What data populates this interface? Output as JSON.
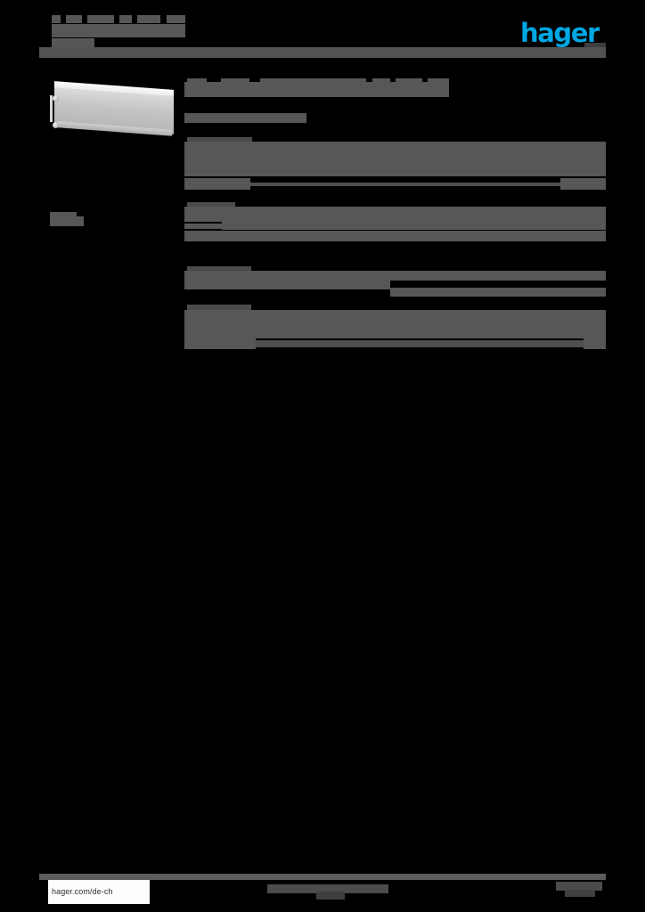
{
  "document": {
    "type": "product-datasheet",
    "brand": "hager",
    "brand_color": "#00a7e3",
    "page_background": "#000000",
    "redaction_color": "#565758",
    "note": "Text content of this datasheet is redacted; only the brand logo, product image and footer URL remain legible."
  },
  "header": {
    "logo_text": "hager",
    "title_placeholder": "",
    "subtitle_placeholder": "",
    "reference_lines": [
      "",
      "",
      ""
    ]
  },
  "product": {
    "image_alt": "grey trunking cover profile, perspective view",
    "caption": ""
  },
  "sidebar": {
    "label": ""
  },
  "main": {
    "title": "",
    "subtitle": "",
    "sections": [
      {
        "heading": "",
        "rows": [
          {
            "label": "",
            "value": ""
          },
          {
            "label": "",
            "value": ""
          },
          {
            "label": "",
            "value": ""
          }
        ]
      },
      {
        "heading": "",
        "rows": [
          {
            "label": "",
            "value": ""
          },
          {
            "label": "",
            "value": ""
          },
          {
            "label": "",
            "value": ""
          }
        ]
      },
      {
        "heading": "",
        "rows": [
          {
            "label": "",
            "value": ""
          },
          {
            "label": "",
            "value": ""
          }
        ]
      },
      {
        "heading": "",
        "rows": [
          {
            "label": "",
            "value": ""
          },
          {
            "label": "",
            "value": ""
          },
          {
            "label": "",
            "value": ""
          }
        ]
      }
    ]
  },
  "footer": {
    "url": "hager.com/de-ch",
    "center_text": "",
    "page_number": ""
  }
}
